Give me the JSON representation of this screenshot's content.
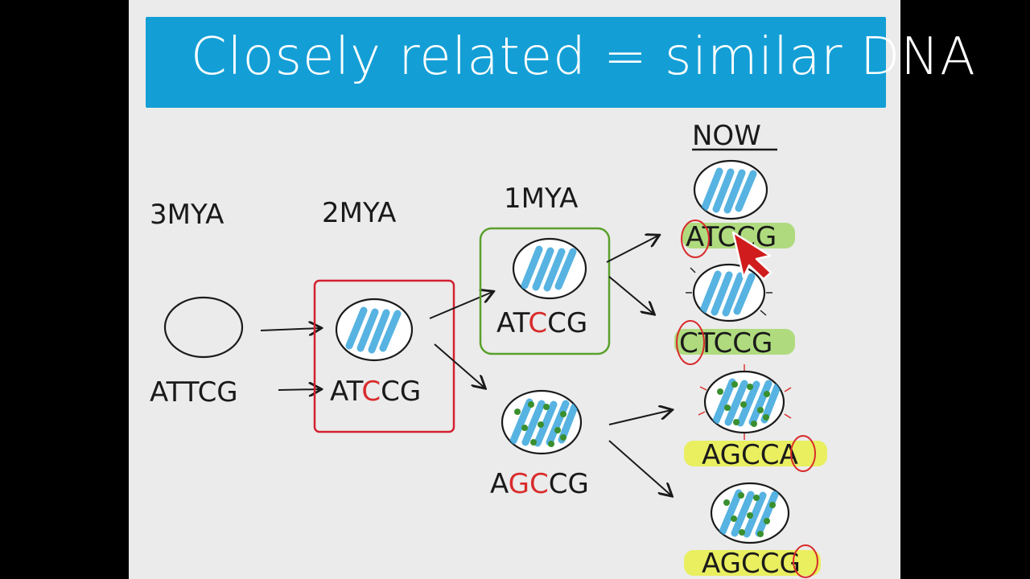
{
  "title": "Closely related = similar DNA",
  "labels": {
    "now": "NOW",
    "t3": "3MYA",
    "t2": "2MYA",
    "t1": "1MYA"
  },
  "sequences": {
    "s3": "ATTCG",
    "s2": [
      "AT",
      "C",
      "CG"
    ],
    "s1a": [
      "AT",
      "C",
      "CG"
    ],
    "s1b": [
      "A",
      "G",
      "C",
      "CG"
    ],
    "n1": "ATCCG",
    "n2": "CTCCG",
    "n3": "AGCCA",
    "n4": "AGCCG"
  },
  "colors": {
    "banner": "#139fd6",
    "highlight_green": "#9bd65a",
    "highlight_yellow": "#e8f03c",
    "mutation_red": "#d92b2b",
    "frame_red": "#d3212f",
    "frame_green": "#5aa02c",
    "stripe_blue": "#3aa6dc",
    "dot_green": "#3a8f2e",
    "cursor_red": "#d01c1c"
  },
  "icons": [
    "cursor-arrow-icon"
  ]
}
